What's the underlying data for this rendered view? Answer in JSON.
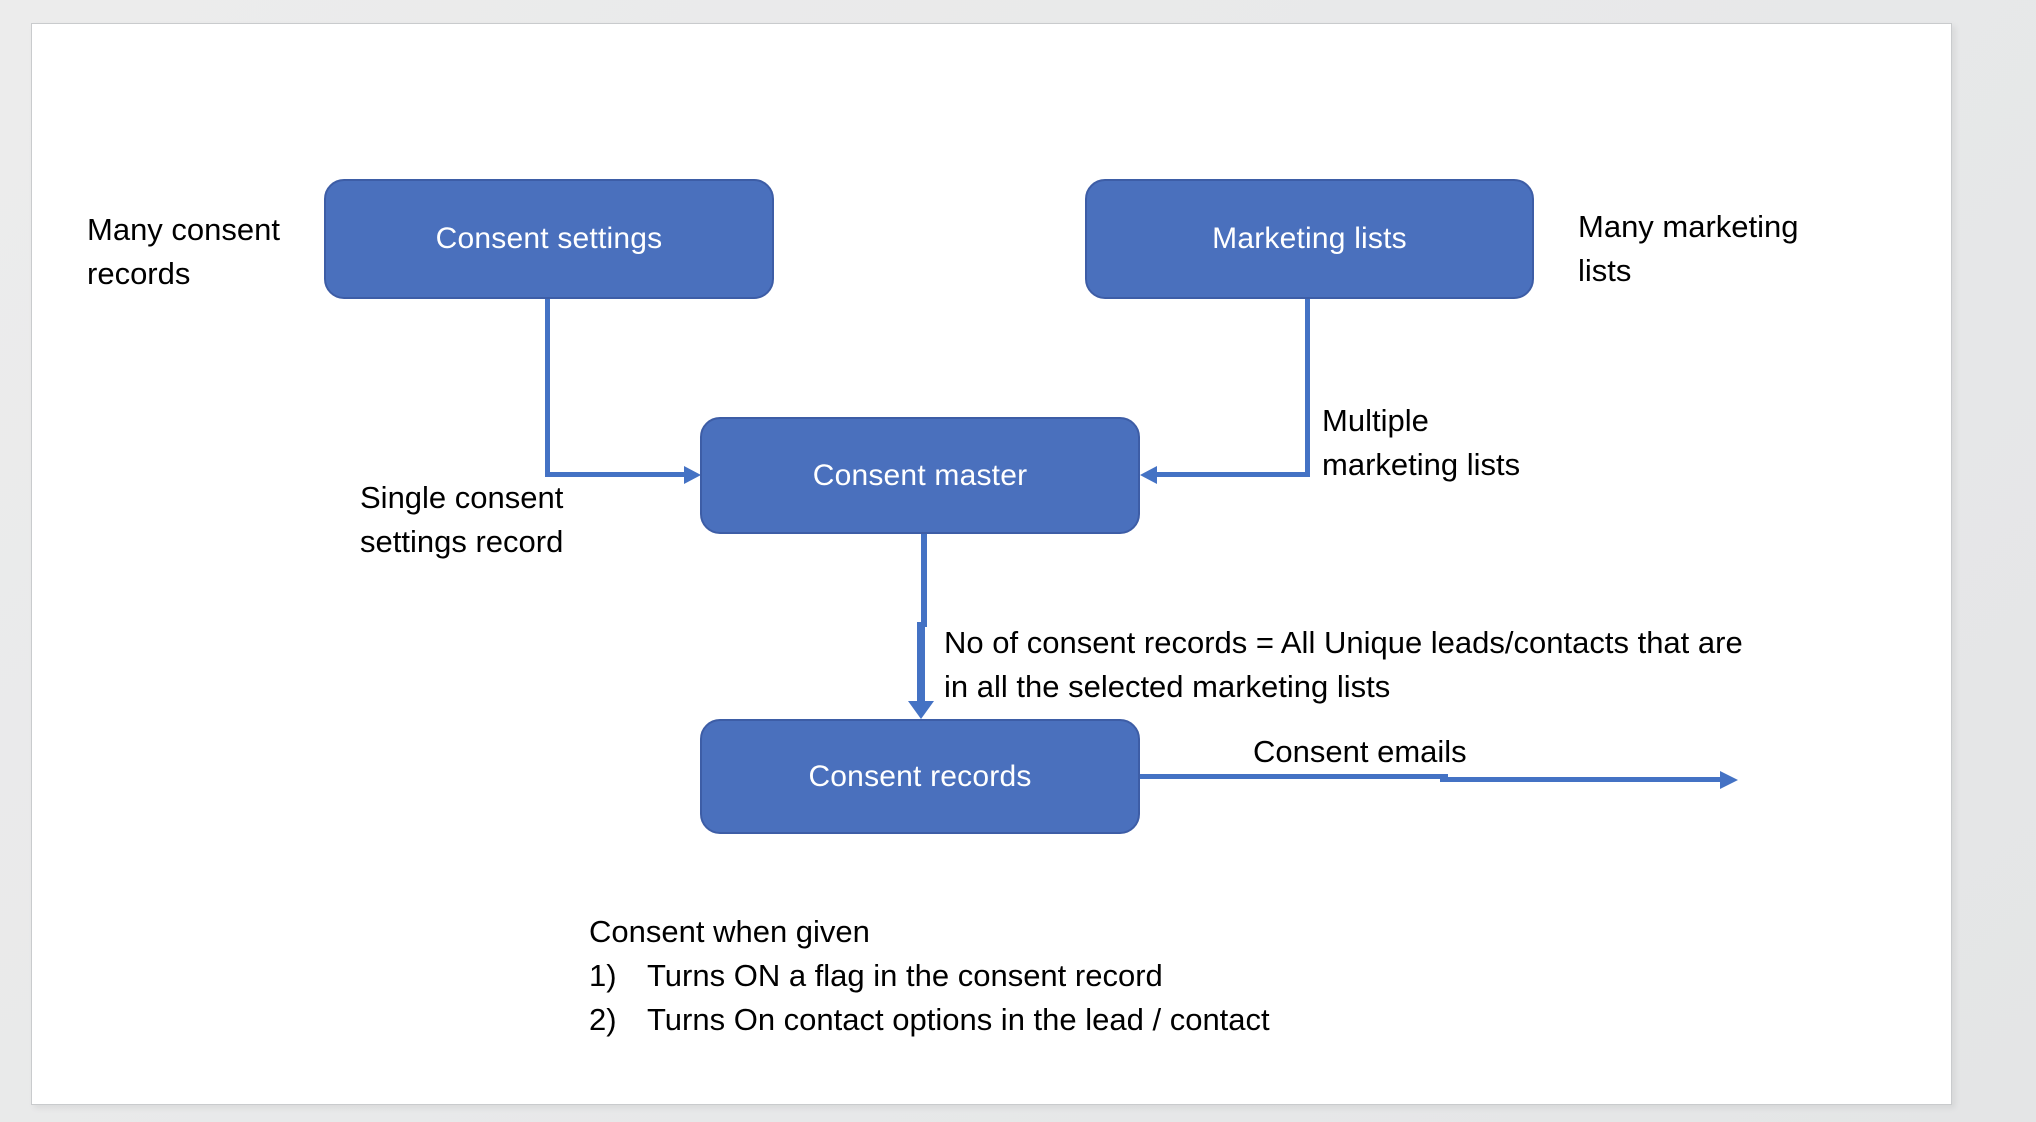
{
  "diagram": {
    "nodes": {
      "consent_settings": {
        "label": "Consent settings"
      },
      "marketing_lists": {
        "label": "Marketing lists"
      },
      "consent_master": {
        "label": "Consent master"
      },
      "consent_records": {
        "label": "Consent records"
      }
    },
    "annotations": {
      "many_consent": {
        "line1": "Many consent",
        "line2": "records"
      },
      "many_marketing": {
        "line1": "Many marketing",
        "line2": "lists"
      },
      "single_consent": {
        "line1": "Single consent",
        "line2": "settings record"
      },
      "multiple_marketing": {
        "line1": "Multiple",
        "line2": "marketing lists"
      },
      "no_of_consent": {
        "line1": "No of consent records = All Unique leads/contacts that are",
        "line2": "in all the selected marketing lists"
      },
      "consent_emails": "Consent emails"
    },
    "notes": {
      "title": "Consent when given",
      "items": [
        {
          "num": "1)",
          "text": "Turns ON a flag in the consent record"
        },
        {
          "num": "2)",
          "text": "Turns On contact options in the lead / contact"
        }
      ]
    },
    "colors": {
      "shape_fill": "#4a70bd",
      "shape_border": "#3d5da6",
      "connector": "#4472c4",
      "label_text": "#000000",
      "shape_text": "#ffffff",
      "page_background": "#ffffff",
      "desktop_background": "#e9e9e9"
    }
  }
}
